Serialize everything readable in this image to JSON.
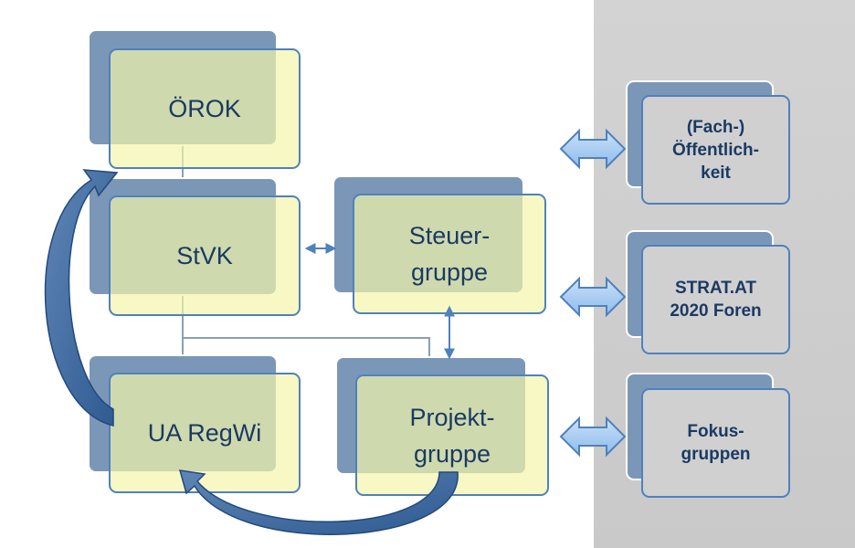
{
  "boxes": {
    "orok": "ÖROK",
    "stvk": "StVK",
    "steuergruppe": "Steuer-\ngruppe",
    "ua_regwi": "UA RegWi",
    "projektgruppe": "Projekt-\ngruppe"
  },
  "side_boxes": {
    "oeffentlichkeit": "(Fach-)\nÖffentlich-\nkeit",
    "strat_foren": "STRAT.AT\n2020 Foren",
    "fokusgruppen": "Fokus-\ngruppen"
  },
  "colors": {
    "back_box": "#7b97b8",
    "front_box_fill": "#f3f5aa",
    "outline": "#4f81bd",
    "text": "#1a3a63",
    "panel": "#cfcfcf",
    "arrow_fill": "#a9cdf3"
  }
}
